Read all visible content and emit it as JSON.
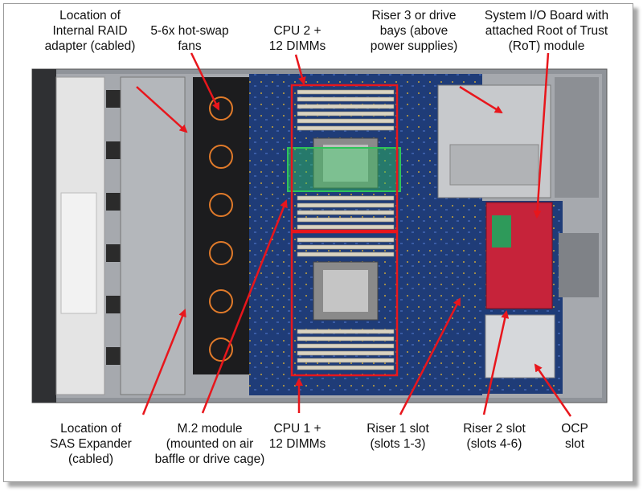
{
  "colors": {
    "callout": "#e8161c",
    "cpu2_highlight": "#2ec45a",
    "board": "#1f3c78",
    "chassis": "#9a9da3"
  },
  "labels": {
    "raid": [
      "Location of",
      "Internal RAID",
      "adapter (cabled)"
    ],
    "fans": [
      "5-6x hot-swap",
      "fans"
    ],
    "cpu2": [
      "CPU 2 +",
      "12 DIMMs"
    ],
    "riser3": [
      "Riser 3 or drive",
      "bays (above",
      "power supplies)"
    ],
    "sysio": [
      "System I/O Board with",
      "attached Root of Trust",
      "(RoT) module"
    ],
    "sas": [
      "Location of",
      "SAS Expander",
      "(cabled)"
    ],
    "m2": [
      "M.2 module",
      "(mounted on air",
      "baffle or drive cage)"
    ],
    "cpu1": [
      "CPU 1 +",
      "12 DIMMs"
    ],
    "riser1": [
      "Riser 1 slot",
      "(slots 1-3)"
    ],
    "riser2": [
      "Riser 2 slot",
      "(slots 4-6)"
    ],
    "ocp": [
      "OCP",
      "slot"
    ]
  },
  "icons": {
    "fan": "fan-icon",
    "cpu": "cpu-icon",
    "dimm": "dimm-icon"
  }
}
